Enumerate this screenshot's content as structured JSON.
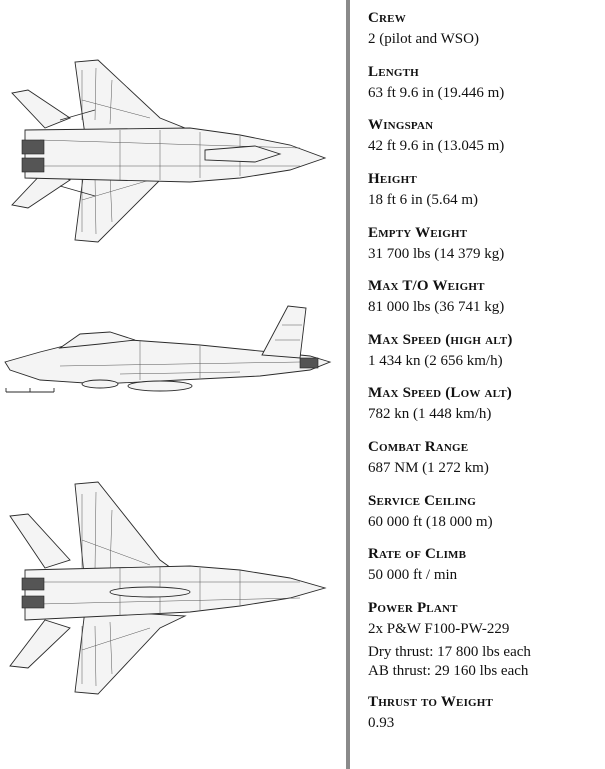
{
  "specs": [
    {
      "label": "Crew",
      "value": "2 (pilot and WSO)"
    },
    {
      "label": "Length",
      "value": "63 ft 9.6 in (19.446 m)"
    },
    {
      "label": "Wingspan",
      "value": "42 ft 9.6 in (13.045 m)"
    },
    {
      "label": "Height",
      "value": "18 ft 6 in (5.64 m)"
    },
    {
      "label": "Empty Weight",
      "value": "31 700 lbs (14 379 kg)"
    },
    {
      "label": "Max T/O Weight",
      "value": "81 000 lbs (36 741 kg)"
    },
    {
      "label": "Max Speed (high alt)",
      "value": "1 434 kn (2 656 km/h)"
    },
    {
      "label": "Max Speed (Low alt)",
      "value": "782 kn (1 448 km/h)"
    },
    {
      "label": "Combat Range",
      "value": "687 NM (1 272 km)"
    },
    {
      "label": "Service Ceiling",
      "value": "60 000 ft (18 000 m)"
    },
    {
      "label": "Rate of Climb",
      "value": "50 000 ft / min"
    },
    {
      "label": "Power Plant",
      "value": "2x P&W F100-PW-229",
      "value2": "Dry thrust: 17 800 lbs each",
      "value3": "AB thrust: 29 160 lbs each"
    },
    {
      "label": "Thrust to Weight",
      "value": "0.93"
    }
  ]
}
